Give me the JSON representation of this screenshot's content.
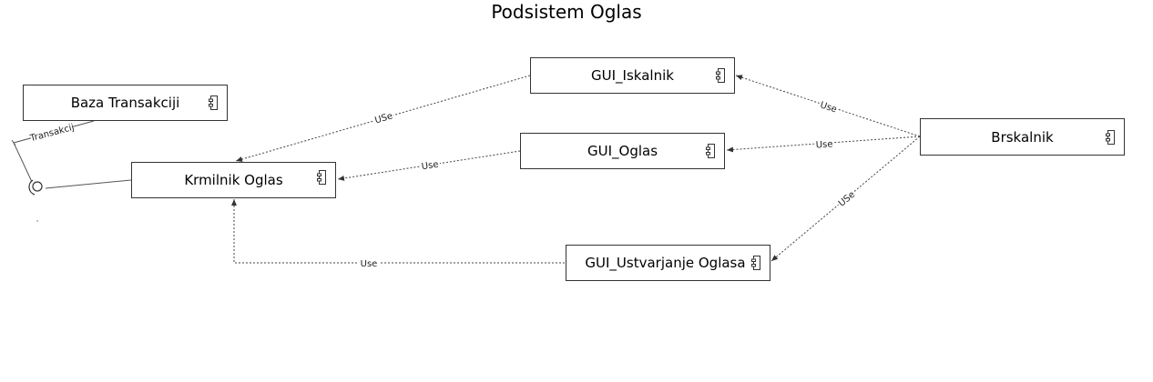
{
  "diagram": {
    "title": "Podsistem Oglas",
    "components": {
      "gui_iskalnik": "GUI_Iskalnik",
      "gui_oglas": "GUI_Oglas",
      "gui_ustvarjanje": "GUI_Ustvarjanje Oglasa",
      "krmilnik": "Krmilnik Oglas",
      "baza": "Baza Transakciji",
      "brskalnik": "Brskalnik"
    },
    "edges": {
      "brskalnik_iskalnik": "Use",
      "brskalnik_oglas": "Use",
      "brskalnik_ustvarjanje": "USe",
      "iskalnik_krmilnik": "USe",
      "oglas_krmilnik": "Use",
      "ustvarjanje_krmilnik": "Use",
      "interface": "Transakcij"
    }
  }
}
